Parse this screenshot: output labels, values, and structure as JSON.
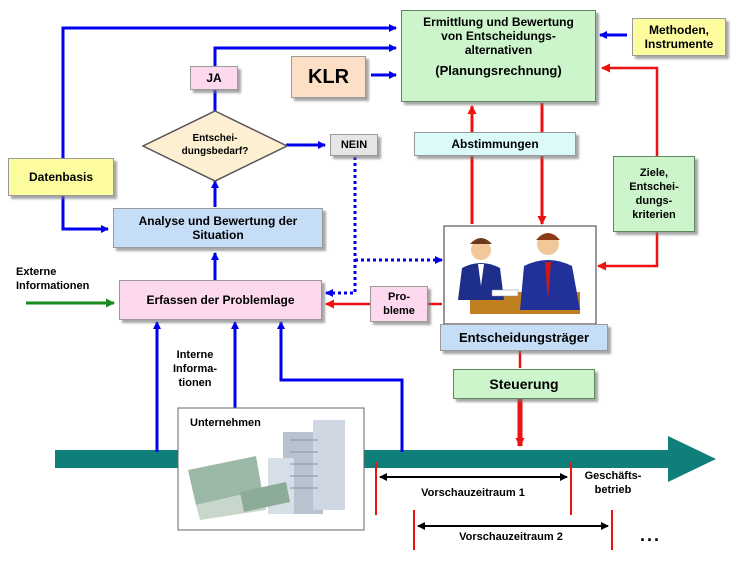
{
  "boxes": {
    "ermittlung": "Ermittlung und Bewertung\nvon Entscheidungs-\nalternativen",
    "planungsrechnung": "(Planungsrechnung)",
    "methoden": "Methoden,\nInstrumente",
    "ja": "JA",
    "klr": "KLR",
    "entscheidungsbedarf": "Entschei-\ndungsbedarf?",
    "nein": "NEIN",
    "abstimmungen": "Abstimmungen",
    "ziele": "Ziele,\nEntschei-\ndungs-\nkriterien",
    "datenbasis": "Datenbasis",
    "analyse": "Analyse und Bewertung der\nSituation",
    "erfassen": "Erfassen der Problemlage",
    "probleme": "Pro-\nbleme",
    "entscheidungstraeger": "Entscheidungsträger",
    "steuerung": "Steuerung",
    "unternehmen": "Unternehmen"
  },
  "labels": {
    "externe": "Externe\nInformationen",
    "interne": "Interne\nInforma-\ntionen",
    "geschaeftsbetrieb": "Geschäfts-\nbetrieb",
    "vorschau1": "Vorschauzeitraum 1",
    "vorschau2": "Vorschauzeitraum 2",
    "ellipsis": "..."
  },
  "colors": {
    "blue_arrow": "#0000ee",
    "red_arrow": "#ee1111",
    "green_arrow": "#1b8a1b",
    "timeline": "#0f7f7a",
    "box_green": "#ccf5cc",
    "box_yellow": "#fdfda0",
    "box_pink": "#fcd9ee",
    "box_peach": "#fbe0c6",
    "box_cyan": "#dcfafa",
    "box_blue": "#c6ddf8",
    "box_decision": "#fcefd2"
  },
  "icons": {
    "meeting": "business-meeting-illustration",
    "company": "company-buildings-illustration"
  }
}
